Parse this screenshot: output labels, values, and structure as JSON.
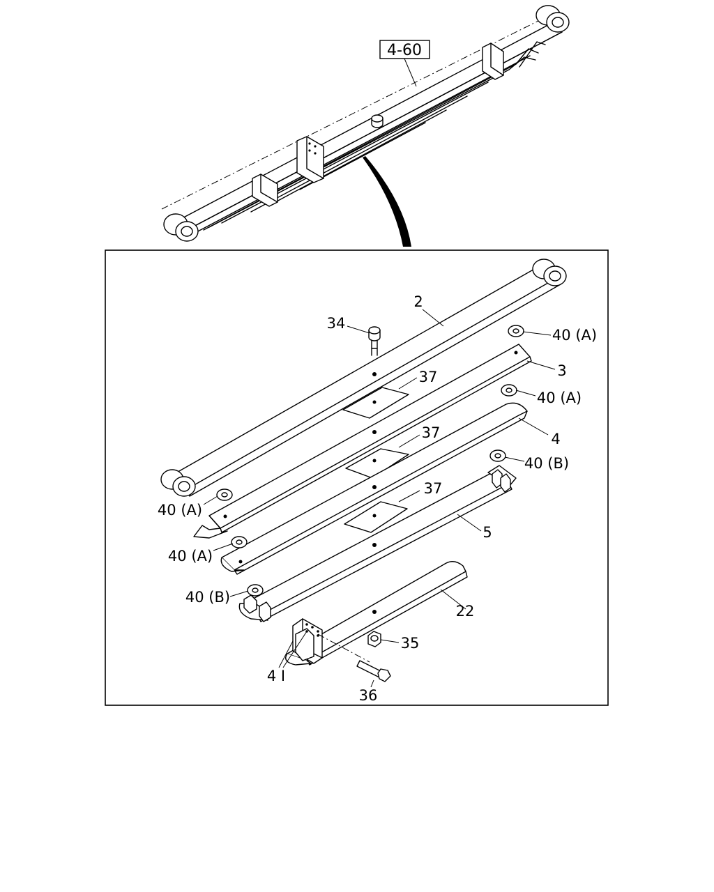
{
  "reference": {
    "label": "4-60"
  },
  "callouts": {
    "part_2": "2",
    "part_3": "3",
    "part_4": "4",
    "part_5": "5",
    "part_22": "22",
    "part_34": "34",
    "part_35": "35",
    "part_36": "36",
    "part_37_a": "37",
    "part_37_b": "37",
    "part_37_c": "37",
    "part_41": "4 I",
    "pad_a1": "40 (A)",
    "pad_a2": "40 (A)",
    "pad_a3": "40 (A)",
    "pad_a4": "40 (A)",
    "pad_b1": "40 (B)",
    "pad_b2": "40 (B)"
  }
}
